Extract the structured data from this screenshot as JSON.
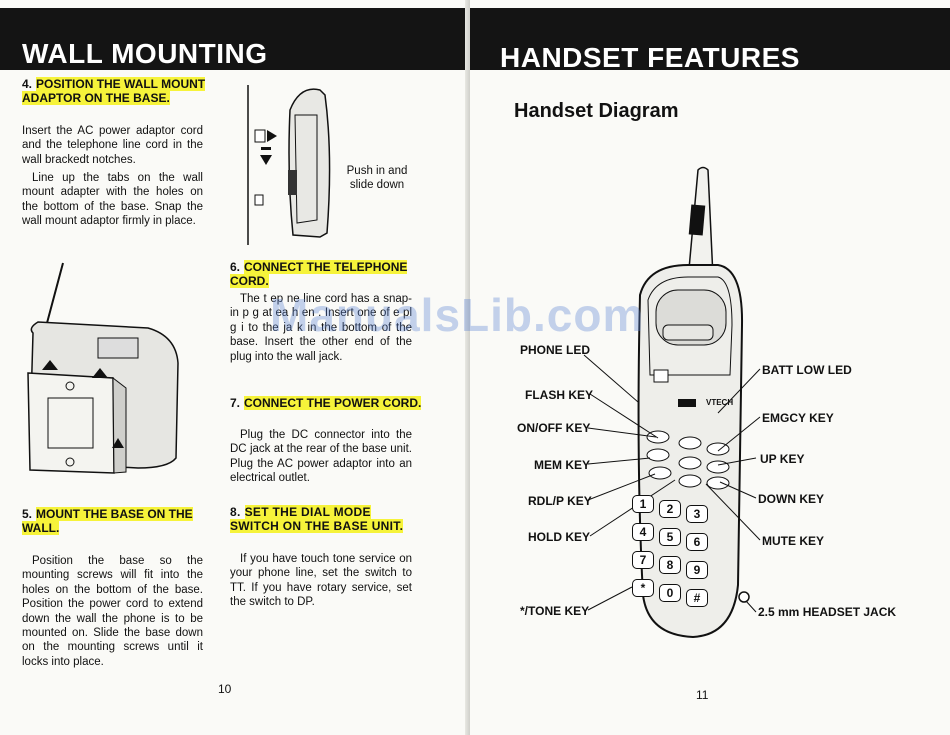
{
  "left_page": {
    "header": "WALL MOUNTING",
    "step4": {
      "number": "4.",
      "title": "POSITION THE WALL MOUNT ADAPTOR ON THE BASE.",
      "para1": "Insert the AC power adaptor cord and the telephone line cord in the wall brackedt notches.",
      "para2": "Line up the tabs on the wall mount adapter with the holes on the bottom of the base. Snap the wall mount adaptor firmly in place."
    },
    "push_label": "Push in and slide down",
    "step5": {
      "number": "5.",
      "title": "MOUNT THE BASE ON THE WALL.",
      "body": "Position the base so the mounting screws will fit into the holes on the bottom of the base. Position the power cord to extend down the wall the phone is to be mounted on. Slide the base down on the mounting screws until it locks into place."
    },
    "step6": {
      "number": "6.",
      "title": "CONNECT THE TELEPHONE CORD.",
      "body": "The t    ep    ne line cord has a snap-in p    g  at  ea  h en  .  Insert one of    e  pl  g    i  to  the  ja  k in the bottom of the base. Insert the other end of the plug into the wall jack."
    },
    "step7": {
      "number": "7.",
      "title": "CONNECT THE POWER CORD.",
      "body": "Plug the DC connector into the DC jack at the rear of the base unit. Plug the AC power adaptor into an electrical outlet."
    },
    "step8": {
      "number": "8.",
      "title": "SET THE DIAL MODE SWITCH ON THE BASE UNIT.",
      "body": "If you have touch tone service on your phone line, set the switch to TT. If you have rotary service, set the switch to DP."
    },
    "page_number": "10"
  },
  "right_page": {
    "header": "HANDSET FEATURES",
    "subheading": "Handset Diagram",
    "brand": "VTECH",
    "left_labels": [
      "PHONE LED",
      "FLASH KEY",
      "ON/OFF KEY",
      "MEM KEY",
      "RDL/P KEY",
      "HOLD KEY",
      "*/TONE KEY"
    ],
    "right_labels": [
      "BATT LOW LED",
      "EMGCY KEY",
      "UP KEY",
      "DOWN KEY",
      "MUTE KEY",
      "2.5 mm HEADSET JACK"
    ],
    "keypad": [
      "1",
      "2",
      "3",
      "4",
      "5",
      "6",
      "7",
      "8",
      "9",
      "*",
      "0",
      "#"
    ],
    "page_number": "11"
  },
  "watermark": "ManualsLib.com"
}
